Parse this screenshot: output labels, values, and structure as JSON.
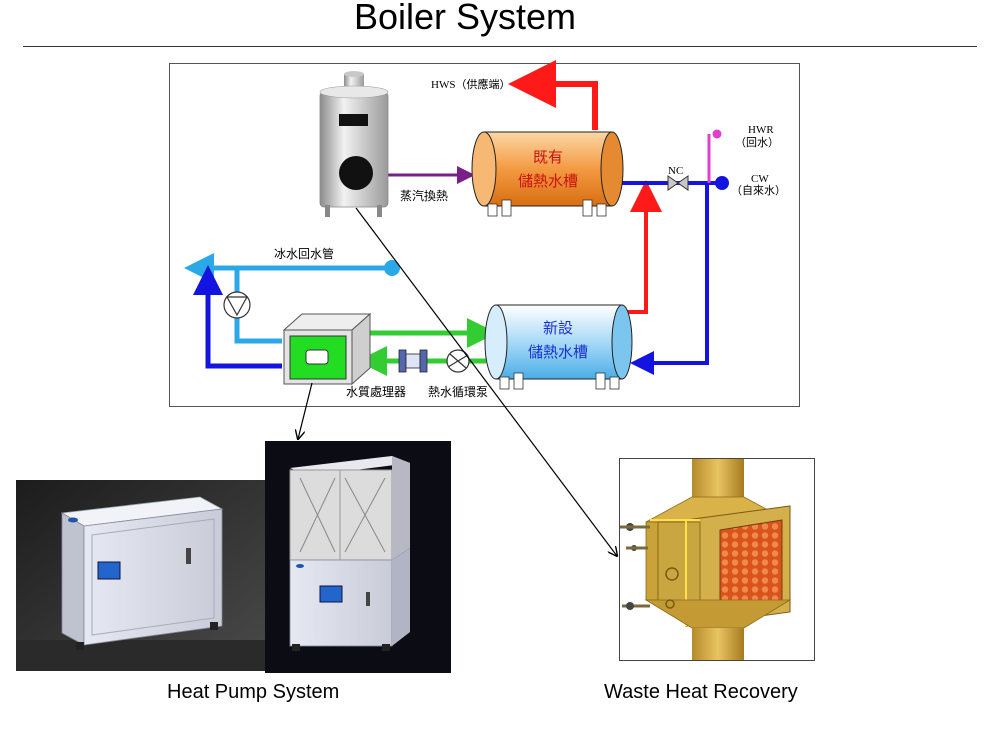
{
  "title": "Boiler System",
  "diagram": {
    "hws": "HWS（供應端）",
    "hwr": "HWR",
    "hwr_sub": "（回水）",
    "cw": "CW",
    "cw_sub": "（自來水）",
    "nc": "NC",
    "existing_tank_l1": "既有",
    "existing_tank_l2": "儲熱水槽",
    "new_tank_l1": "新設",
    "new_tank_l2": "儲熱水槽",
    "steam_exchange": "蒸汽換熱",
    "chilled_return": "冰水回水管",
    "water_treatment": "水質處理器",
    "hot_water_pump": "熱水循環泵"
  },
  "captions": {
    "heat_pump": "Heat Pump System",
    "waste_heat": "Waste Heat Recovery"
  },
  "colors": {
    "hot": "#ff1a1a",
    "cold": "#1414e0",
    "chilled": "#2aa8e8",
    "green": "#33cc33",
    "steam": "#7a1f8a",
    "hwr": "#e040d0"
  }
}
